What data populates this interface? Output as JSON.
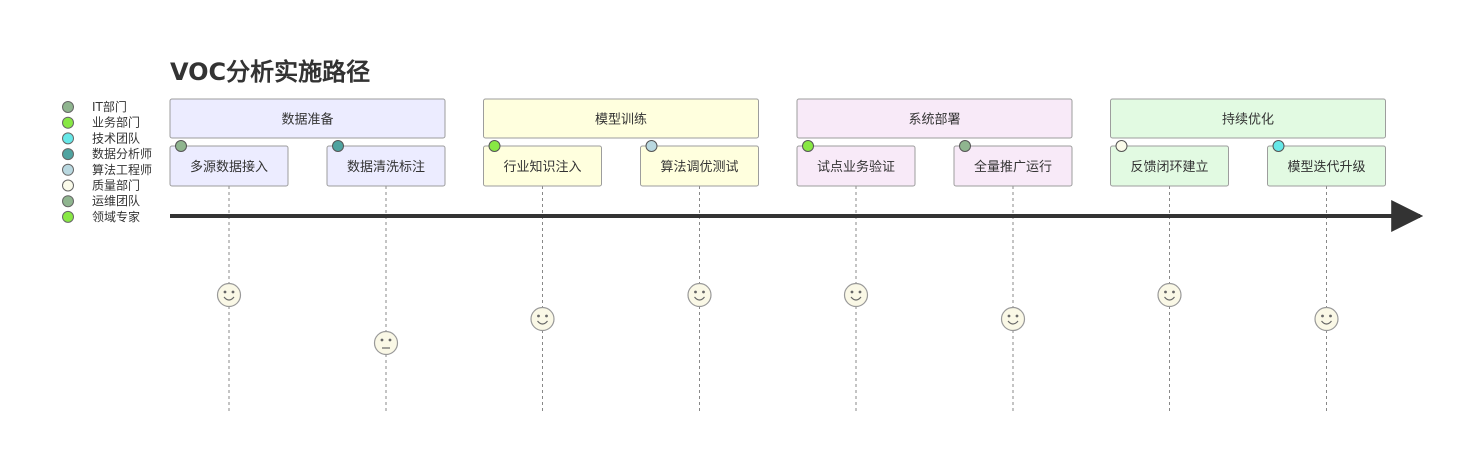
{
  "title": "VOC分析实施路径",
  "legend": [
    {
      "label": "IT部门",
      "color": "#8fb58f"
    },
    {
      "label": "业务部门",
      "color": "#88e844"
    },
    {
      "label": "技术团队",
      "color": "#66e8e8"
    },
    {
      "label": "数据分析师",
      "color": "#4fa3a0"
    },
    {
      "label": "算法工程师",
      "color": "#b9d8e0"
    },
    {
      "label": "质量部门",
      "color": "#fbfbea"
    },
    {
      "label": "运维团队",
      "color": "#8fb58f"
    },
    {
      "label": "领域专家",
      "color": "#88e844"
    }
  ],
  "sections": [
    {
      "label": "数据准备",
      "fill": "#ececff",
      "stroke": "#9d9d9d",
      "tasks": [
        {
          "label": "多源数据接入",
          "actor_color": "#8fb58f",
          "mood": "happy"
        },
        {
          "label": "数据清洗标注",
          "actor_color": "#4fa3a0",
          "mood": "neutral"
        }
      ]
    },
    {
      "label": "模型训练",
      "fill": "#ffffde",
      "stroke": "#9d9d9d",
      "tasks": [
        {
          "label": "行业知识注入",
          "actor_color": "#88e844",
          "mood": "content"
        },
        {
          "label": "算法调优测试",
          "actor_color": "#b9d8e0",
          "mood": "happy"
        }
      ]
    },
    {
      "label": "系统部署",
      "fill": "#f8eaf8",
      "stroke": "#9d9d9d",
      "tasks": [
        {
          "label": "试点业务验证",
          "actor_color": "#88e844",
          "mood": "happy"
        },
        {
          "label": "全量推广运行",
          "actor_color": "#8fb58f",
          "mood": "content"
        }
      ]
    },
    {
      "label": "持续优化",
      "fill": "#e2fae2",
      "stroke": "#9d9d9d",
      "tasks": [
        {
          "label": "反馈闭环建立",
          "actor_color": "#fbfbea",
          "mood": "happy"
        },
        {
          "label": "模型迭代升级",
          "actor_color": "#66e8e8",
          "mood": "content"
        }
      ]
    }
  ]
}
